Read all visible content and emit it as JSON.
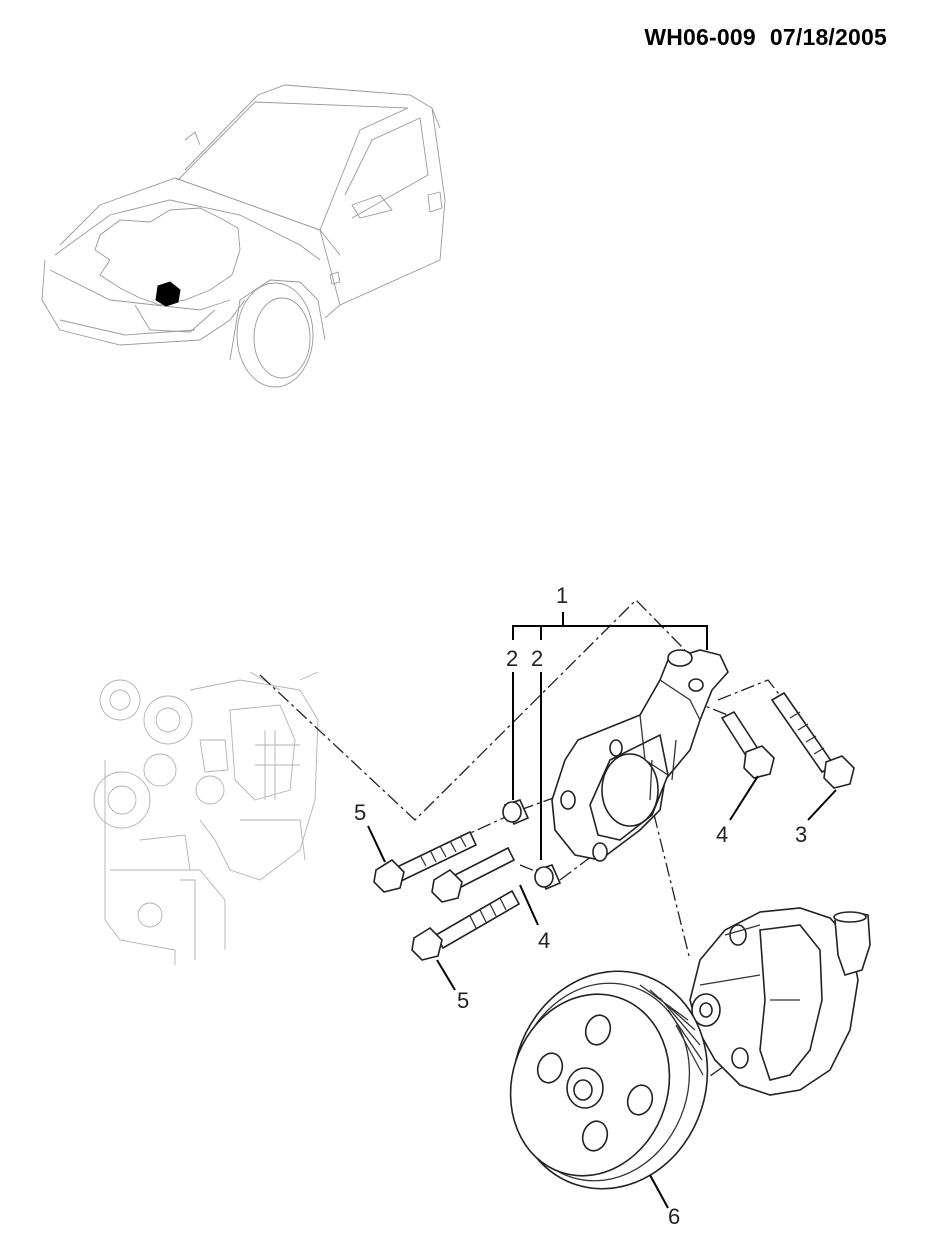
{
  "header": {
    "document_id": "WH06-009",
    "date": "07/18/2005"
  },
  "callouts": {
    "c1": "1",
    "c2a": "2",
    "c2b": "2",
    "c3": "3",
    "c4a": "4",
    "c4b": "4",
    "c5a": "5",
    "c5b": "5",
    "c6": "6"
  },
  "icons": {
    "vehicle": "car-locator-icon",
    "engine": "engine-block-icon",
    "bracket": "pump-bracket-icon",
    "pump": "power-steering-pump-icon",
    "pulley": "pulley-icon"
  }
}
